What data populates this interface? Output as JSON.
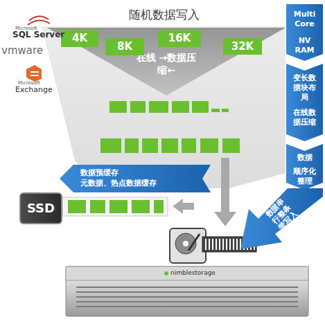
{
  "diagram": {
    "title": "随机数据写入",
    "nodes": [
      {
        "text": [
          "4K"
        ]
      },
      {
        "text": [
          "8K"
        ]
      },
      {
        "text": [
          "16K"
        ]
      },
      {
        "text": [
          "32K"
        ]
      },
      {
        "text": [
          "在线 →数据压缩←"
        ]
      },
      {
        "text": [
          "Multi Core",
          "NV RAM"
        ]
      },
      {
        "text": [
          "变长数据块布局",
          "在线数据压缩"
        ]
      },
      {
        "text": [
          "数据",
          "顺序化整理"
        ]
      },
      {
        "text": [
          "数据预缓存",
          "元数据、热点数据缓存"
        ]
      },
      {
        "text": [
          "SSD"
        ]
      },
      {
        "text": [
          "数据串行整条带写入"
        ]
      }
    ],
    "labels": [
      "Microsoft",
      "SQL Server",
      "vmware",
      "Microsoft",
      "Exchange",
      "nimblestorage"
    ]
  }
}
